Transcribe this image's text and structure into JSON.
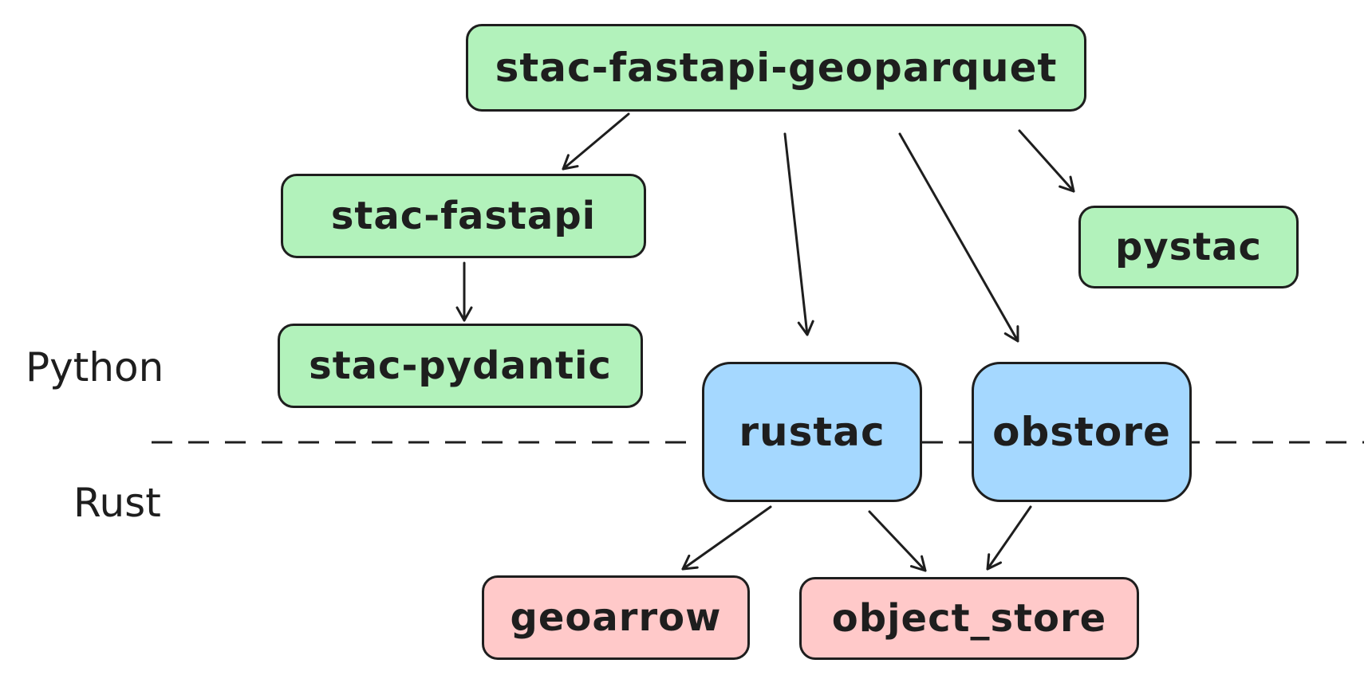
{
  "colors": {
    "python": "#b2f2bb",
    "bridge": "#a5d8ff",
    "rust": "#ffc9c9",
    "stroke": "#1e1e1e"
  },
  "layers": {
    "upper_label": "Python",
    "lower_label": "Rust"
  },
  "nodes": {
    "geoparquet": "stac-fastapi-geoparquet",
    "fastapi": "stac-fastapi",
    "pydantic": "stac-pydantic",
    "pystac": "pystac",
    "rustac": "rustac",
    "obstore": "obstore",
    "geoarrow": "geoarrow",
    "object_store": "object_store"
  },
  "edges": [
    {
      "from": "stac-fastapi-geoparquet",
      "to": "stac-fastapi"
    },
    {
      "from": "stac-fastapi-geoparquet",
      "to": "rustac"
    },
    {
      "from": "stac-fastapi-geoparquet",
      "to": "obstore"
    },
    {
      "from": "stac-fastapi-geoparquet",
      "to": "pystac"
    },
    {
      "from": "stac-fastapi",
      "to": "stac-pydantic"
    },
    {
      "from": "rustac",
      "to": "geoarrow"
    },
    {
      "from": "rustac",
      "to": "object_store"
    },
    {
      "from": "obstore",
      "to": "object_store"
    }
  ]
}
